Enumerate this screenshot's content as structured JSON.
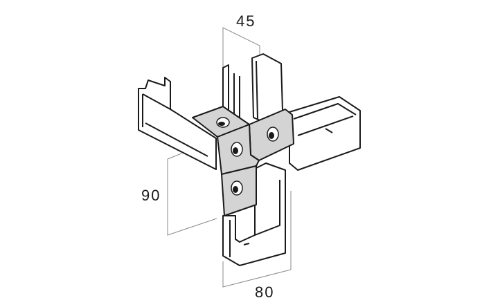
{
  "dimensions": {
    "top": "45",
    "left": "90",
    "bottom": "80"
  },
  "colors": {
    "line": "#1a1a1a",
    "dimension_line": "#888888",
    "bracket_fill": "#d4d4d4",
    "channel_fill": "#ffffff"
  }
}
